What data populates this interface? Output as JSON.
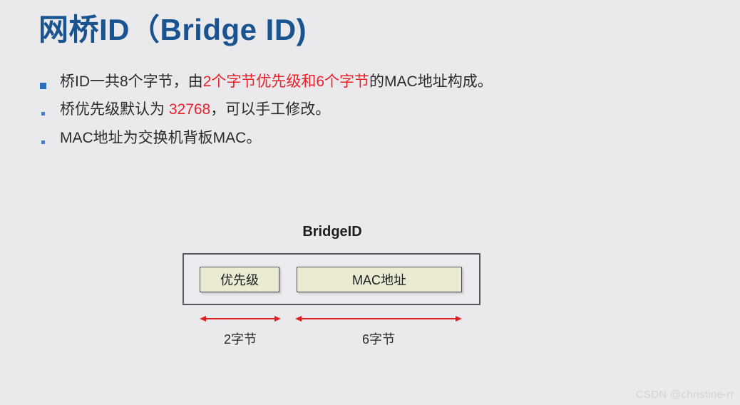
{
  "slide": {
    "background_color": "#eae9ec",
    "title": "网桥ID（Bridge ID)",
    "title_color": "#1a5490"
  },
  "bullets": [
    {
      "marker": "square-bullet-large",
      "segments": [
        {
          "text": "桥ID一共8个字节，由",
          "color": "#2b2b2b"
        },
        {
          "text": "2个字节优先级和6个字节",
          "color": "#e8212a"
        },
        {
          "text": "的MAC地址构成。",
          "color": "#2b2b2b"
        }
      ],
      "plain": "桥ID一共8个字节，由2个字节优先级和6个字节的MAC地址构成。",
      "part1": "桥ID一共8个字节，由",
      "part2": "2个字节优先级和6个字节",
      "part3": "的MAC地址构成。"
    },
    {
      "marker": "square-bullet-small",
      "plain": "桥优先级默认为 32768，可以手工修改。",
      "part1": "桥优先级默认为 ",
      "part2": "32768",
      "part3": "，可以手工修改。"
    },
    {
      "marker": "square-bullet-small",
      "plain": "MAC地址为交换机背板MAC。",
      "part1": "MAC地址为交换机背板MAC。",
      "part2": "",
      "part3": ""
    }
  ],
  "diagram": {
    "title": "BridgeID",
    "fields": [
      {
        "label": "优先级",
        "size_label": "2字节",
        "bytes": 2
      },
      {
        "label": "MAC地址",
        "size_label": "6字节",
        "bytes": 6
      }
    ],
    "arrow_color": "#e02020",
    "field_fill": "#ebebd3",
    "border_color": "#58585c"
  },
  "watermark": {
    "text": "CSDN @christine-rr"
  }
}
